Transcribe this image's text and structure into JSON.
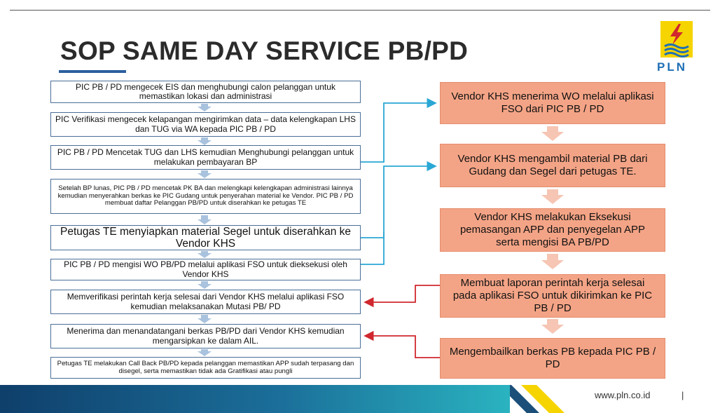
{
  "title": "SOP SAME DAY SERVICE PB/PD",
  "logo": {
    "text": "PLN",
    "color_yellow": "#f5d400",
    "color_blue": "#1f6fb5"
  },
  "left_steps": [
    "PIC PB / PD mengecek EIS dan  menghubungi calon pelanggan untuk memastikan lokasi dan administrasi",
    "PIC Verifikasi mengecek kelapangan mengirimkan data – data kelengkapan LHS dan TUG via WA kepada PIC  PB / PD",
    "PIC PB / PD Mencetak TUG dan LHS kemudian Menghubungi pelanggan untuk melakukan pembayaran BP",
    "Setelah BP lunas, PIC PB / PD mencetak PK BA dan melengkapi kelengkapan administrasi lainnya kemudian menyerahkan berkas ke PIC Gudang untuk penyerahan material ke Vendor. PIC PB / PD membuat daftar Pelanggan PB/PD untuk diserahkan ke petugas TE",
    "Petugas TE menyiapkan material Segel untuk diserahkan ke Vendor KHS",
    "PIC PB / PD mengisi WO PB/PD melalui aplikasi FSO untuk dieksekusi oleh Vendor KHS",
    "Memverifikasi perintah kerja selesai dari Vendor KHS melalui aplikasi FSO kemudian melaksanakan Mutasi PB/ PD",
    "Menerima dan menandatangani berkas PB/PD dari Vendor KHS kemudian mengarsipkan ke dalam AIL.",
    "Petugas TE melakukan Call Back PB/PD kepada pelanggan memastikan APP sudah terpasang dan disegel, serta memastikan tidak ada Gratifikasi atau pungli"
  ],
  "right_steps": [
    "Vendor KHS menerima WO melalui aplikasi FSO dari PIC PB / PD",
    "Vendor KHS mengambil material PB dari Gudang dan Segel dari petugas TE.",
    "Vendor KHS melakukan Eksekusi pemasangan APP dan penyegelan APP serta mengisi BA PB/PD",
    "Membuat laporan perintah kerja selesai pada aplikasi FSO untuk dikirimkan ke PIC PB / PD",
    "Mengembailkan berkas PB kepada PIC PB / PD"
  ],
  "colors": {
    "left_border": "#4a6f97",
    "right_fill": "#f4a486",
    "connector_blue": "#2aa7d4",
    "connector_red": "#d0282e",
    "down_arrow_left": "#a9c2de",
    "down_arrow_right": "#f6c5b3"
  },
  "footer": {
    "url": "www.pln.co.id",
    "separator": "|"
  }
}
